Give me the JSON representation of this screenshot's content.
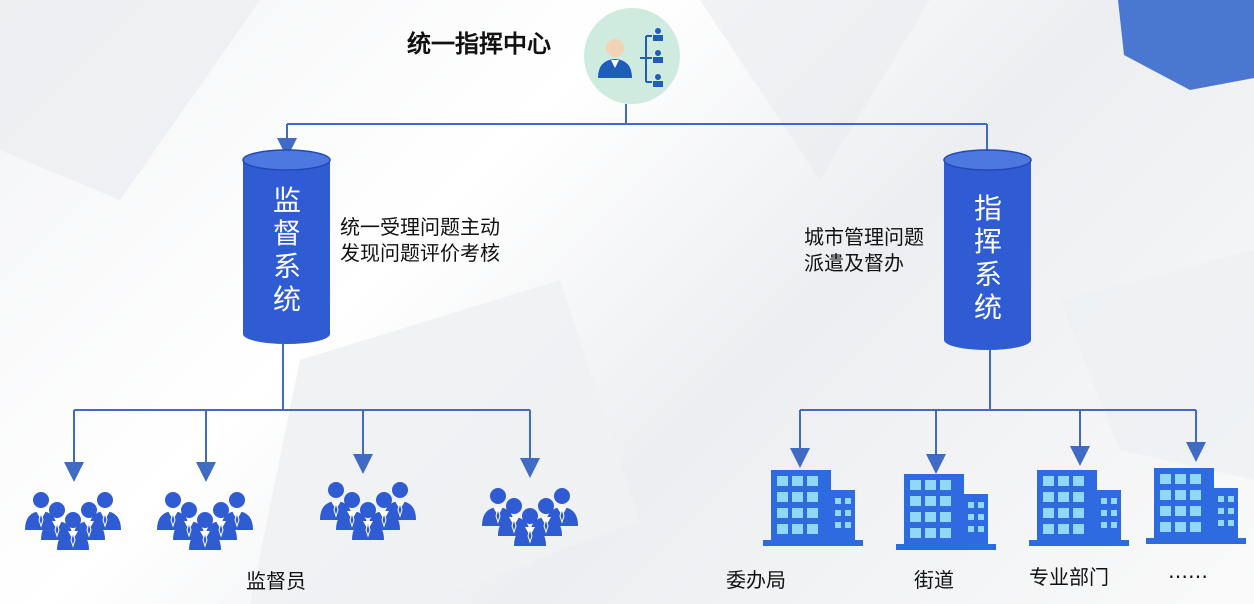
{
  "center": {
    "title": "统一指挥中心"
  },
  "supervision": {
    "name": "监督系统",
    "desc_line1": "统一受理问题主动",
    "desc_line2": "发现问题评价考核",
    "group_label": "监督员"
  },
  "command": {
    "name": "指挥系统",
    "desc_line1": "城市管理问题",
    "desc_line2": "派遣及督办",
    "targets": [
      "委办局",
      "街道",
      "专业部门",
      "……"
    ]
  },
  "colors": {
    "line": "#3f6bc4",
    "cylinder": "#2f5bd3",
    "people": "#2f5bd3",
    "building": "#2f6be0",
    "circle": "#cfeadf"
  },
  "icons": {
    "center": "org-chart-person-icon",
    "people": "group-of-people-icon",
    "building": "office-building-icon"
  }
}
